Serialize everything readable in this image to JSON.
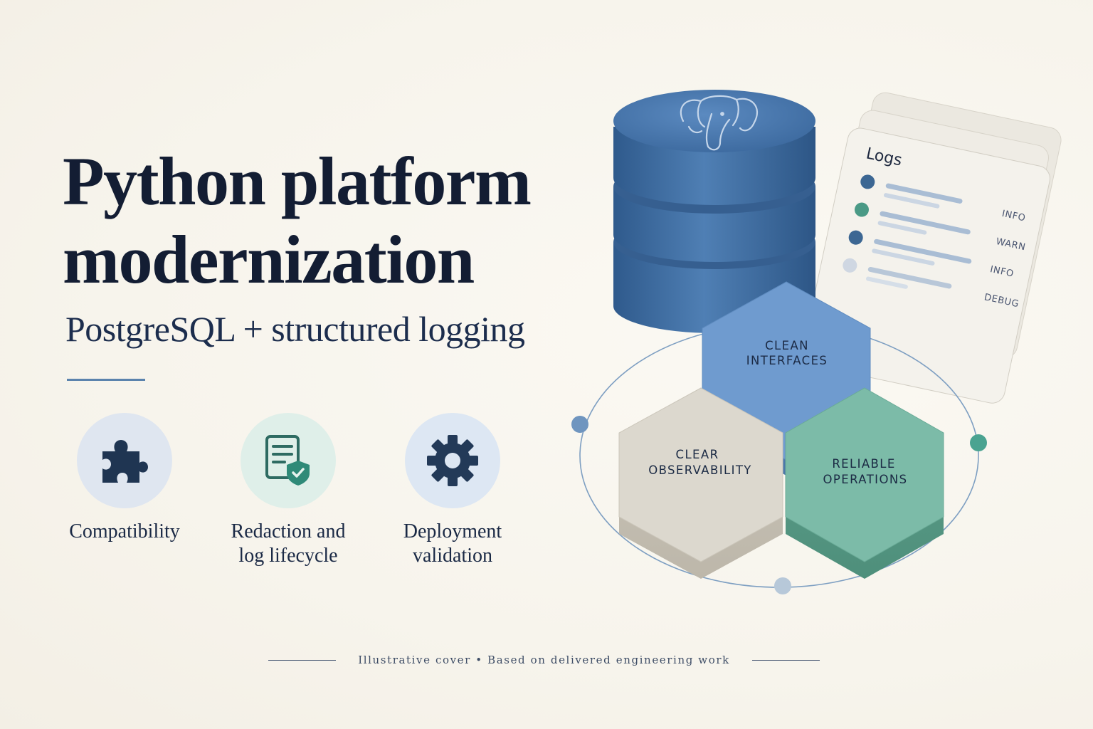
{
  "title": {
    "line1": "Python platform",
    "line2": "modernization"
  },
  "subtitle": "PostgreSQL + structured logging",
  "features": [
    {
      "icon": "puzzle-icon",
      "label_line1": "Compatibility",
      "label_line2": ""
    },
    {
      "icon": "document-shield-icon",
      "label_line1": "Redaction and",
      "label_line2": "log lifecycle"
    },
    {
      "icon": "gear-icon",
      "label_line1": "Deployment",
      "label_line2": "validation"
    }
  ],
  "illustration": {
    "logs_panel": {
      "title": "Logs",
      "levels": [
        "INFO",
        "WARN",
        "INFO",
        "DEBUG"
      ]
    },
    "hexagons": [
      {
        "line1": "CLEAN",
        "line2": "INTERFACES",
        "color": "#6f9bcf"
      },
      {
        "line1": "CLEAR",
        "line2": "OBSERVABILITY",
        "color": "#dcd8ce"
      },
      {
        "line1": "RELIABLE",
        "line2": "OPERATIONS",
        "color": "#7cbba8"
      }
    ],
    "database_icon": "postgresql-elephant-icon"
  },
  "footer": {
    "left": "Illustrative cover",
    "separator": "•",
    "right": "Based on delivered engineering work"
  },
  "colors": {
    "background": "#f7f4ec",
    "title": "#131d33",
    "accent_blue": "#4f7aa8",
    "accent_teal": "#4f9e88"
  }
}
